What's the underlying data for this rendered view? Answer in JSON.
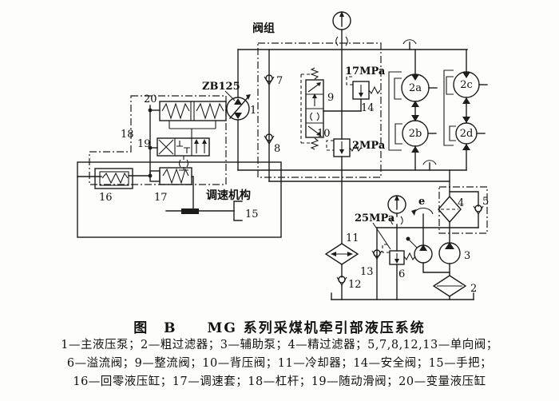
{
  "diagram": {
    "region_labels": {
      "valve_group": "阀组",
      "speed_mechanism": "调速机构",
      "pump_model": "ZB125"
    },
    "pressures": {
      "safety": "17MPa",
      "back_pressure": "2MPa",
      "relief": "25MPa"
    },
    "shaft_label": "e",
    "numbers": {
      "1": "1",
      "2": "2",
      "2a": "2a",
      "2b": "2b",
      "2c": "2c",
      "2d": "2d",
      "3": "3",
      "4": "4",
      "5": "5",
      "6": "6",
      "7": "7",
      "8": "8",
      "9": "9",
      "10": "10",
      "11": "11",
      "12": "12",
      "13": "13",
      "14": "14",
      "15": "15",
      "16": "16",
      "17": "17",
      "18": "18",
      "19": "19",
      "20": "20"
    }
  },
  "caption": {
    "title": "图　B　　MG 系列采煤机牵引部液压系统",
    "legend": [
      "1—主液压泵；2—粗过滤器；3—辅助泵；4—精过滤器；5,7,8,12,13—单向阀；",
      "6—溢流阀；9—整流阀；10—背压阀；11—冷却器；14—安全阀；15—手把；",
      "16—回零液压缸；17—调速套；18—杠杆；19—随动滑阀；20—变量液压缸"
    ]
  }
}
